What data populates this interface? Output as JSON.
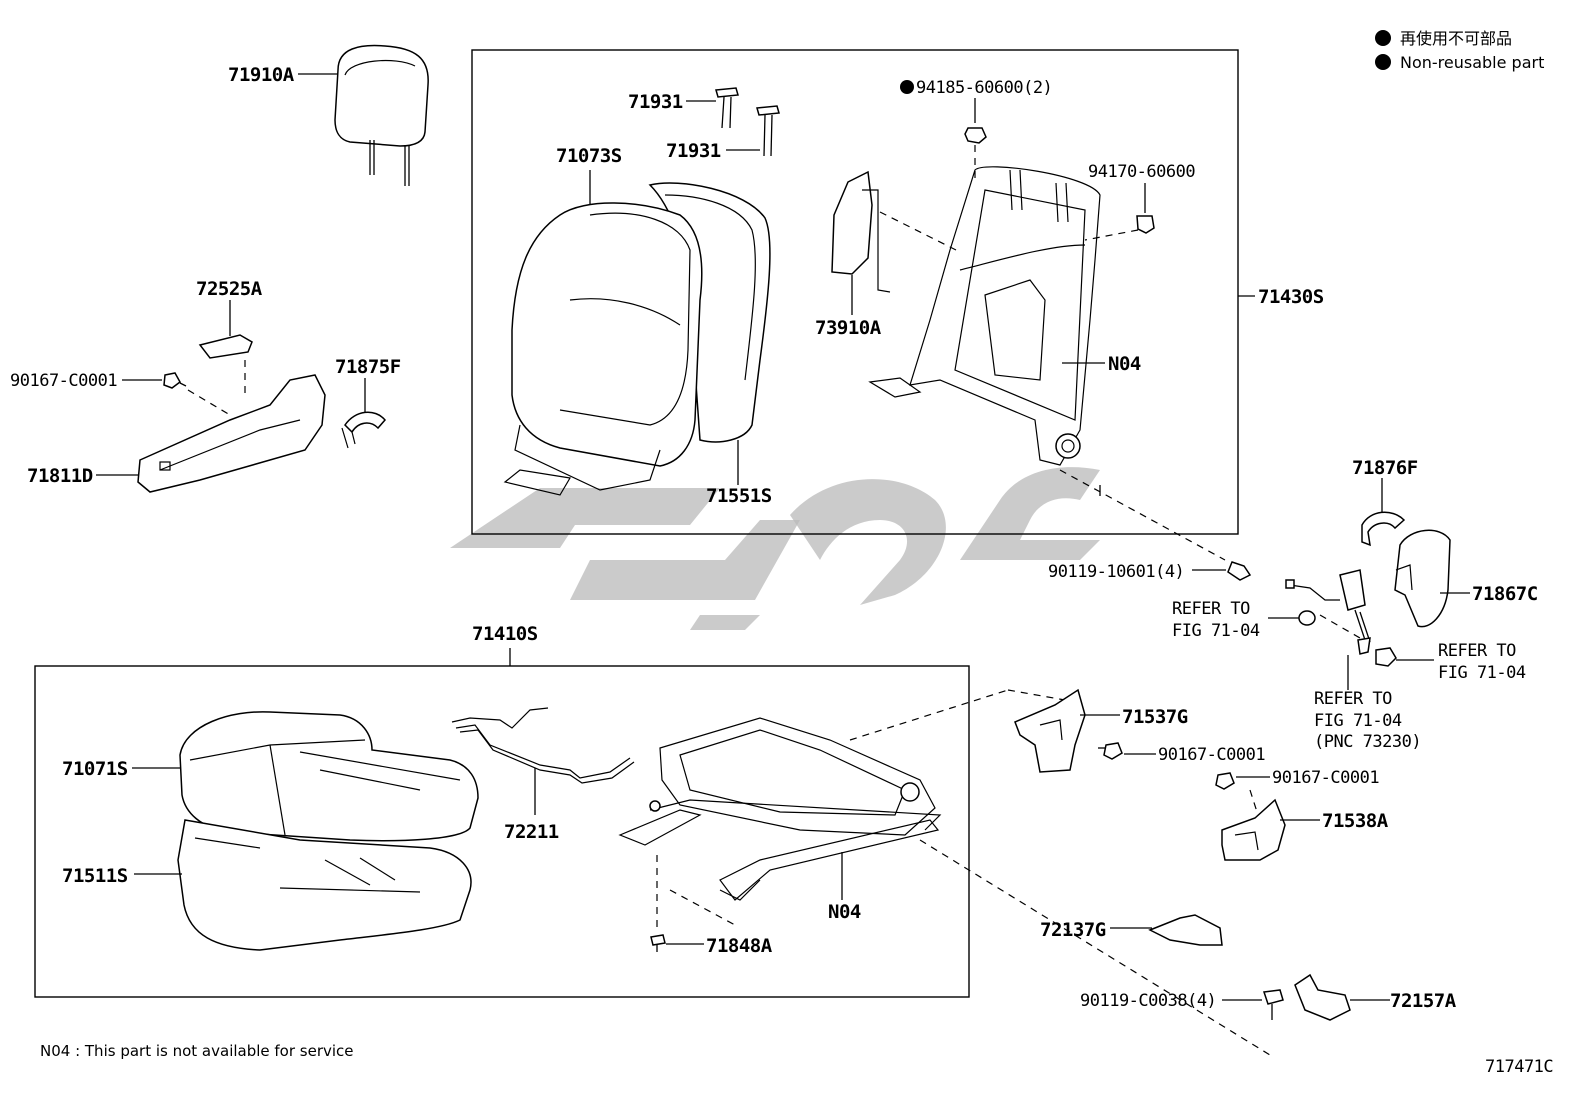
{
  "legend": {
    "items": [
      {
        "label": "再使用不可部品"
      },
      {
        "label": "Non-reusable part"
      }
    ]
  },
  "footnote": "N04 : This part is not available for service",
  "figure_id": "717471C",
  "groups": {
    "seatback": "71430S",
    "cushion": "71410S"
  },
  "parts": {
    "headrest": "71910A",
    "seatback_cover": "71073S",
    "seatback_pad": "71551S",
    "headrest_support_1": "71931",
    "headrest_support_2": "71931",
    "side_airbag_bracket": "73910A",
    "seatback_frame": "N04",
    "nut_non_reusable": "94185-60600(2)",
    "nut_2": "94170-60600",
    "lever_knob": "72525A",
    "screw_side": "90167-C0001",
    "side_cover": "71811D",
    "recliner_cover_inner": "71875F",
    "recliner_cover_outer": "71876F",
    "belt_cover": "71867C",
    "bolt_back": "90119-10601(4)",
    "cushion_cover": "71071S",
    "cushion_pad": "71511S",
    "lifter_wire": "72211",
    "cushion_frame": "N04",
    "rail_cover_bolt": "71848A",
    "rail_cover_1": "71537G",
    "screw_rail_1": "90167-C0001",
    "screw_rail_2": "90167-C0001",
    "rail_cover_2": "71538A",
    "rail_cover_3": "72137G",
    "bolt_rail": "90119-C0038(4)",
    "rail_cover_4": "72157A"
  },
  "refs": {
    "ref_left_1": "REFER TO",
    "ref_left_2": "FIG 71-04",
    "ref_right_1": "REFER TO",
    "ref_right_2": "FIG 71-04",
    "ref_bottom_1": "REFER TO",
    "ref_bottom_2": "FIG 71-04",
    "ref_bottom_3": "(PNC 73230)"
  }
}
